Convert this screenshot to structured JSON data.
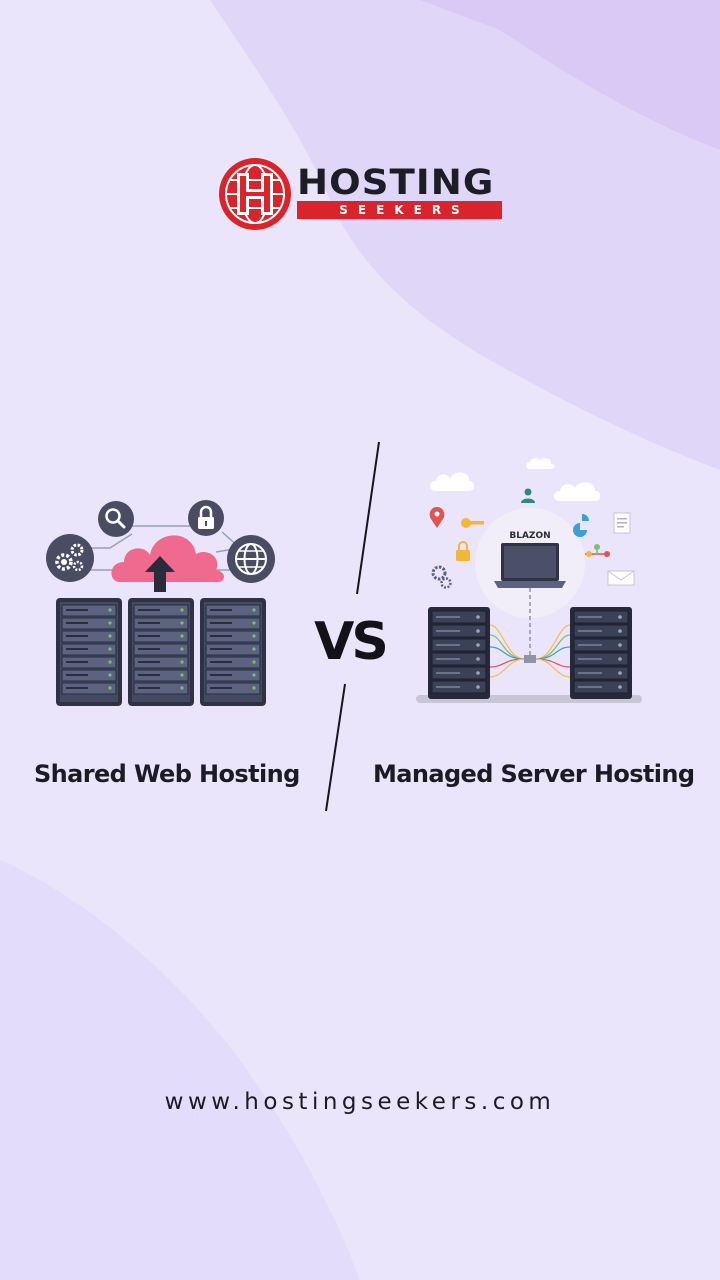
{
  "brand": {
    "name_top": "HOSTING",
    "name_bottom": "SEEKERS",
    "accent_color": "#d8242a",
    "icon": "globe-h-logo-icon"
  },
  "comparison": {
    "left_title": "Shared Web Hosting",
    "vs_label": "VS",
    "right_title": "Managed Server Hosting",
    "left_icon": "shared-hosting-servers-cloud-icon",
    "right_icon": "managed-server-laptop-icon",
    "laptop_label": "BLAZON"
  },
  "footer": {
    "url": "www.hostingseekers.com"
  },
  "colors": {
    "background": "#ebe5fb",
    "text": "#1b1b24",
    "cloud_pink": "#f06a8f",
    "server_dark": "#353a4e"
  }
}
